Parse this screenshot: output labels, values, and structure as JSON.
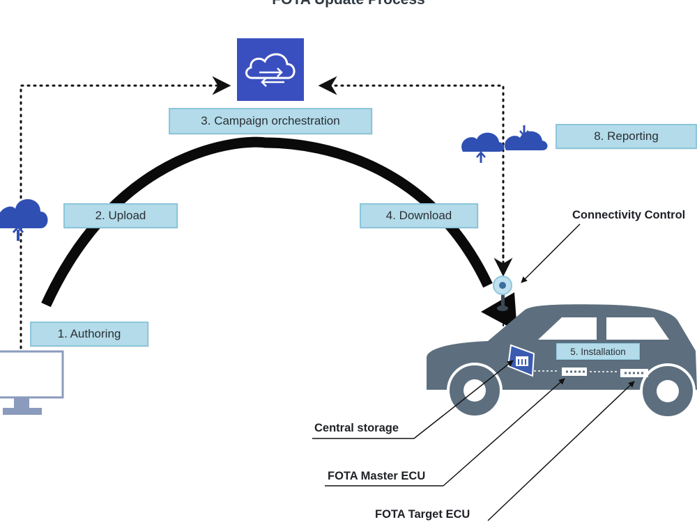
{
  "title": "FOTA Update Process",
  "steps": {
    "authoring": "1. Authoring",
    "upload": "2. Upload",
    "campaign": "3. Campaign orchestration",
    "download": "4. Download",
    "installation": "5. Installation",
    "reporting": "8. Reporting"
  },
  "callouts": {
    "connectivity": "Connectivity Control",
    "central_storage": "Central storage",
    "master_ecu": "FOTA Master ECU",
    "target_ecu": "FOTA Target ECU"
  },
  "colors": {
    "box_fill": "#b3dbe9",
    "accent_blue": "#2f4fb3",
    "car_gray": "#5d6f7e",
    "arc_black": "#0a0a0a"
  }
}
